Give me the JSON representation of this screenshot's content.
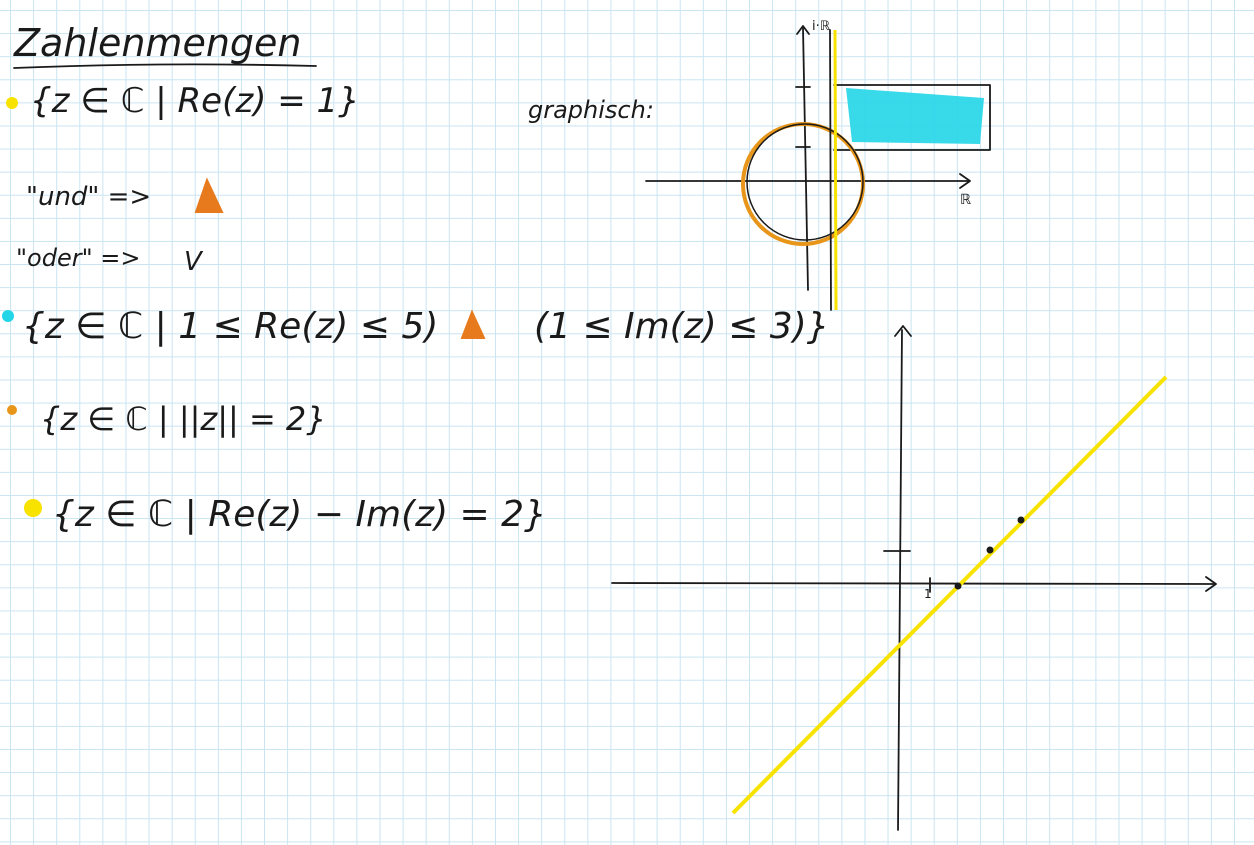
{
  "title": "Zahlenmengen",
  "graphisch_label": "graphisch:",
  "items": [
    {
      "text": "{z ∈ ℂ | Re(z) = 1}"
    },
    {
      "text": "{z ∈ ℂ | 1 ≤ Re(z) ≤ 5)"
    },
    {
      "text": "(1 ≤ Im(z) ≤ 3)}"
    },
    {
      "text": "{z ∈ ℂ | ||z|| = 2}"
    },
    {
      "text": "{z ∈ ℂ | Re(z) − Im(z) = 2}"
    }
  ],
  "logic": {
    "und": "\"und\" =>",
    "oder": "\"oder\" =>",
    "or_symbol": "V"
  },
  "axis_labels": {
    "top_imag": "i·ℝ",
    "top_real": "ℝ",
    "tick_one": "1"
  },
  "colors": {
    "grid": "#c9e4f2",
    "ink": "#1a1a1a",
    "yellow": "#f7e200",
    "orange": "#e8961a",
    "cyan": "#22d6e8",
    "and_orange": "#e87a1e"
  },
  "icons": [
    "dot-marker",
    "and-wedge-icon"
  ]
}
